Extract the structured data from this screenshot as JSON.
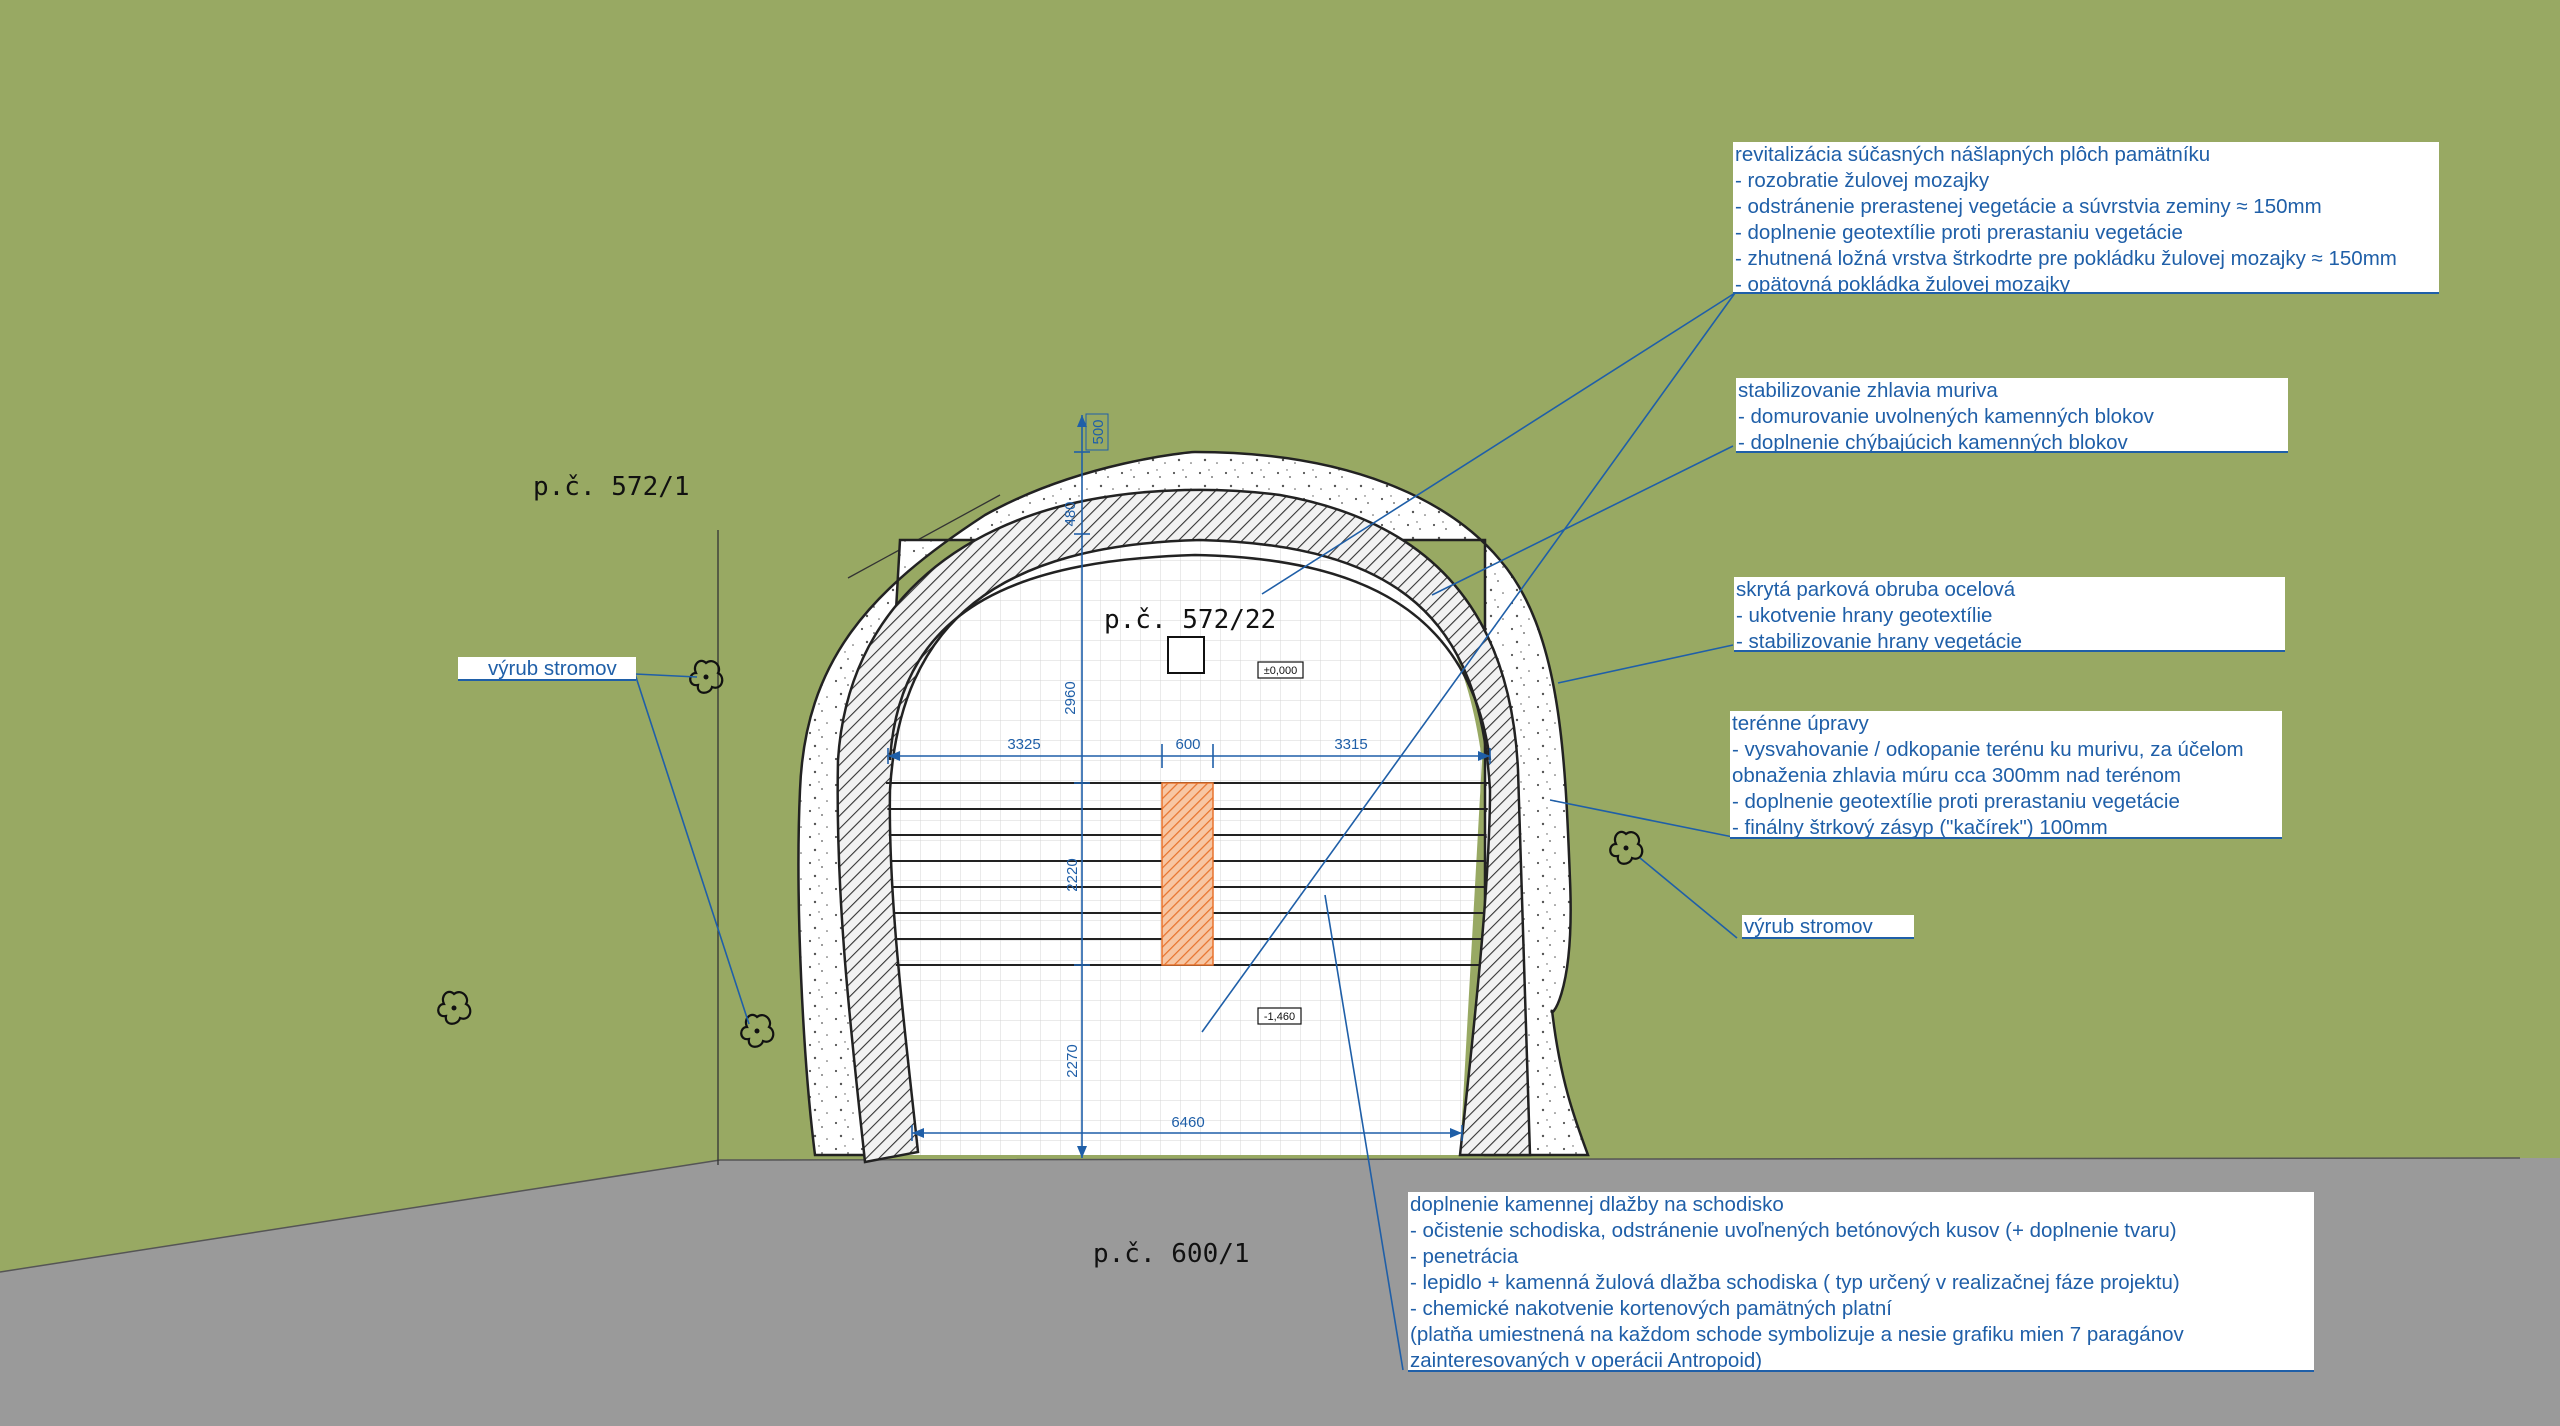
{
  "colors": {
    "grass": "#98a963",
    "road": "#9a9a9a",
    "annotation": "#1f5fa8",
    "steps_hatch": "#e8742e",
    "masonry": "#2a2a2a"
  },
  "parcels": {
    "north_west": "p.č. 572/1",
    "monument": "p.č. 572/22",
    "road": "p.č. 600/1"
  },
  "levels": {
    "top": "±0,000",
    "bottom": "-1,460"
  },
  "dimensions": {
    "top_500": "500",
    "h_480": "480",
    "h_2960": "2960",
    "h_2220": "2220",
    "h_2270": "2270",
    "w_3325": "3325",
    "w_600": "600",
    "w_3315": "3315",
    "w_6460": "6460"
  },
  "tree_labels": {
    "left": "výrub stromov",
    "right": "výrub stromov"
  },
  "notes": {
    "paving": {
      "title": "revitalizácia súčasných nášlapných plôch pamätníku",
      "items": [
        "- rozobratie žulovej mozajky",
        "- odstránenie prerastenej vegetácie a súvrstvia zeminy ≈ 150mm",
        "- doplnenie geotextílie proti prerastaniu vegetácie",
        "- zhutnená ložná vrstva štrkodrte pre pokládku žulovej mozajky ≈ 150mm",
        "- opätovná pokládka žulovej mozajky"
      ]
    },
    "masonry": {
      "title": "stabilizovanie zhlavia muriva",
      "items": [
        "- domurovanie uvolnených kamenných blokov",
        "- doplnenie chýbajúcich kamenných blokov"
      ]
    },
    "edging": {
      "title": "skrytá parková obruba ocelová",
      "items": [
        "- ukotvenie hrany geotextílie",
        "- stabilizovanie hrany vegetácie"
      ]
    },
    "terrain": {
      "title": "terénne úpravy",
      "items": [
        "- vysvahovanie / odkopanie terénu ku murivu, za účelom",
        "obnaženia zhlavia múru cca 300mm nad terénom",
        "- doplnenie geotextílie proti prerastaniu vegetácie",
        "- finálny štrkový zásyp (\"kačírek\") 100mm"
      ]
    },
    "stairs": {
      "title": "doplnenie kamennej dlažby na schodisko",
      "items": [
        "- očistenie schodiska, odstránenie uvoľnených betónových kusov (+ doplnenie tvaru)",
        "- penetrácia",
        "- lepidlo + kamenná žulová dlažba schodiska ( typ určený v realizačnej fáze projektu)",
        "- chemické nakotvenie kortenových pamätných platní",
        "(platňa umiestnená na každom schode symbolizuje a nesie grafiku mien 7 paragánov",
        "zainteresovaných v operácii Antropoid)"
      ]
    }
  }
}
